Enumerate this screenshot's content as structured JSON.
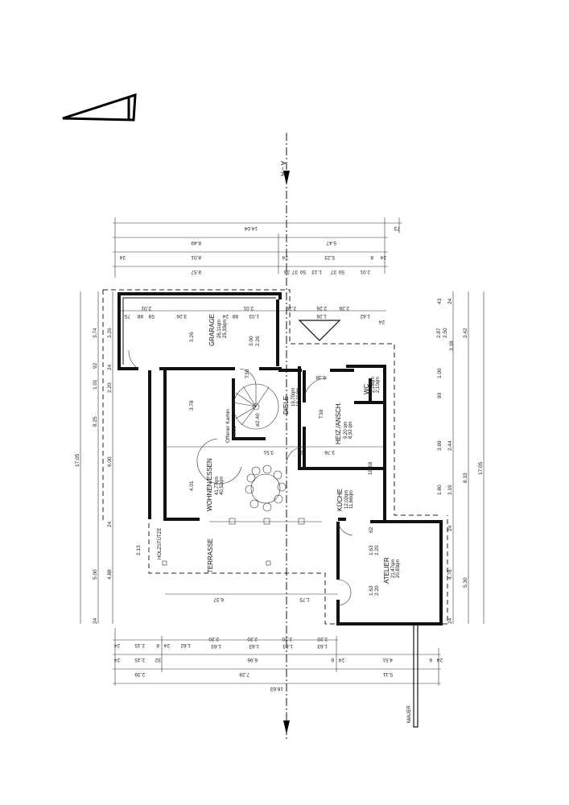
{
  "section_mark": "A – A",
  "rooms": {
    "garage": {
      "name": "GRARAGE",
      "area1": "26,11qm",
      "area2": "25,33qm"
    },
    "diele": {
      "name": "DIELE",
      "area1": "19,70qm",
      "area2": "19,11qm"
    },
    "wc": {
      "name": "WC",
      "area1": "2,16qm",
      "area2": "2,10qm"
    },
    "heiz": {
      "name": "HEIZ./ANSCH.",
      "area1": "9,20 qm",
      "area2": "8,92 qm"
    },
    "wohnen": {
      "name": "WOHNEN/ESSEN",
      "area1": "41,77qm",
      "area2": "40,52qm"
    },
    "kueche": {
      "name": "KÜCHE",
      "area1": "12,02qm",
      "area2": "11,66qm"
    },
    "atelier": {
      "name": "ATELIER",
      "area1": "21,47qm",
      "area2": "20,83qm"
    },
    "terrasse": {
      "name": "TERRASSE"
    }
  },
  "labels": {
    "kamin": "Offener Kamin",
    "kamin_size": "25/25",
    "stair": "ø2.40",
    "holzstuetze": "HOLZSTÜTZE",
    "mauer": "MAUER",
    "t30_a": "T30",
    "t30_b": "T30",
    "flue": "18/18"
  },
  "dims_top": {
    "row1": [
      "14.04",
      "73"
    ],
    "row2": [
      "8.49",
      "5.47"
    ],
    "row3": [
      "24",
      "8.01",
      "24",
      "5.23",
      "8",
      "24"
    ],
    "row4": [
      "8.57",
      "36",
      "37",
      "50",
      "1.13",
      "37",
      "50",
      "2.01"
    ],
    "row5": [
      "75",
      "88",
      "59",
      "3.26",
      "24",
      "88",
      "1.03",
      "2.01",
      "2.01",
      "2.26",
      "2.26",
      "2.26",
      "1.26",
      "1.62",
      "24"
    ]
  },
  "dims_bottom": {
    "row1": [
      "24",
      "2.15",
      "24",
      "8",
      "1.62",
      "2.20",
      "1.63",
      "2.20",
      "1.63",
      "2.20",
      "1.63",
      "2.20",
      "1.63"
    ],
    "row2": [
      "24",
      "2.15",
      "32",
      "6.96",
      "24",
      "6",
      "4.51",
      "6",
      "24"
    ],
    "row3": [
      "2.39",
      "7.28",
      "5.11"
    ],
    "row4": [
      "16.63"
    ],
    "terrace": [
      "6.37",
      "1.75"
    ]
  },
  "dims_left": [
    "17.05",
    "8.25",
    "5.00",
    "3.74",
    "3.26",
    "24",
    "1.01",
    "2.20",
    "6.00",
    "4.88",
    "2.13",
    "24",
    "24",
    "92"
  ],
  "dims_right": [
    "17.05",
    "8.33",
    "5.30",
    "3.42",
    "3.18",
    "2.87",
    "2.50",
    "43",
    "24",
    "1.00",
    "90",
    "3.99",
    "2.44",
    "1.80",
    "3.19",
    "4.78",
    "24",
    "24"
  ],
  "dims_inner": [
    "3.78",
    "4.01",
    "3.26",
    "3.00",
    "2.26",
    "3.51",
    "3.76",
    "24",
    "6.38",
    "1.63",
    "2.20",
    "1.63",
    "2.20",
    "62"
  ]
}
